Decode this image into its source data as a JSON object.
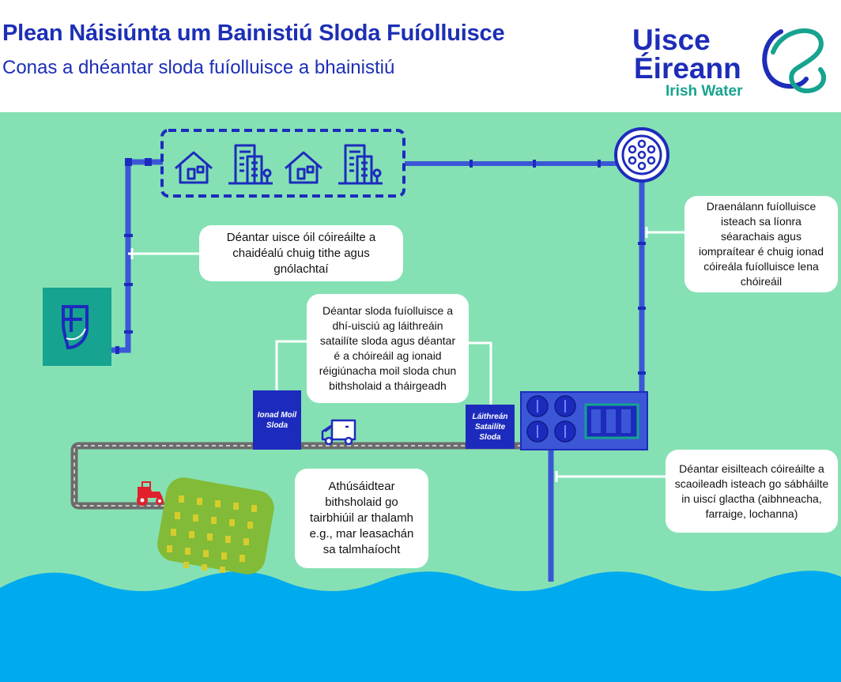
{
  "header": {
    "title": "Plean Náisiúnta um Bainistiú Sloda Fuíolluisce",
    "subtitle": "Conas a dhéantar sloda fuíolluisce a bhainistiú"
  },
  "logo": {
    "line1": "Uisce",
    "line2": "Éireann",
    "line3": "Irish Water"
  },
  "callouts": {
    "drinking_water": "Déantar uisce óil cóireáilte a chaidéalú chuig tithe agus gnólachtaí",
    "wastewater": "Draenálann fuíolluisce isteach sa líonra séarachais agus iompraítear é chuig ionad cóireála fuíolluisce lena chóireáil",
    "dewatering": "Déantar sloda fuíolluisce a dhí-uisciú ag láithreáin satailíte sloda agus déantar é a chóireáil ag ionaid réigiúnacha moil sloda chun bithsholaid a tháirgeadh",
    "effluent": "Déantar eisilteach cóireáilte a scaoileadh isteach go sábháilte in uiscí glactha (aibhneacha, farraige, lochanna)",
    "reuse": "Athúsáidtear bithsholaid go tairbhiúil ar thalamh e.g., mar leasachán sa talmhaíocht"
  },
  "sites": {
    "hub": "Ionad Moil Sloda",
    "satellite": "Láithreán Satailíte Sloda"
  },
  "colors": {
    "brand_blue": "#1d2bbd",
    "pipe_blue": "#3b56d6",
    "teal": "#16a38f",
    "diagram_green": "#85e1b4",
    "water_blue": "#00aaee",
    "field_green": "#82bb37",
    "tractor_red": "#e0202d"
  },
  "icons": {
    "water_treatment": "water-treatment-icon",
    "house": "house-icon",
    "office": "office-building-icon",
    "manhole": "manhole-cover-icon",
    "plant": "wastewater-treatment-plant-icon",
    "truck": "sludge-truck-icon",
    "tractor": "tractor-icon",
    "field": "agricultural-field-icon"
  }
}
